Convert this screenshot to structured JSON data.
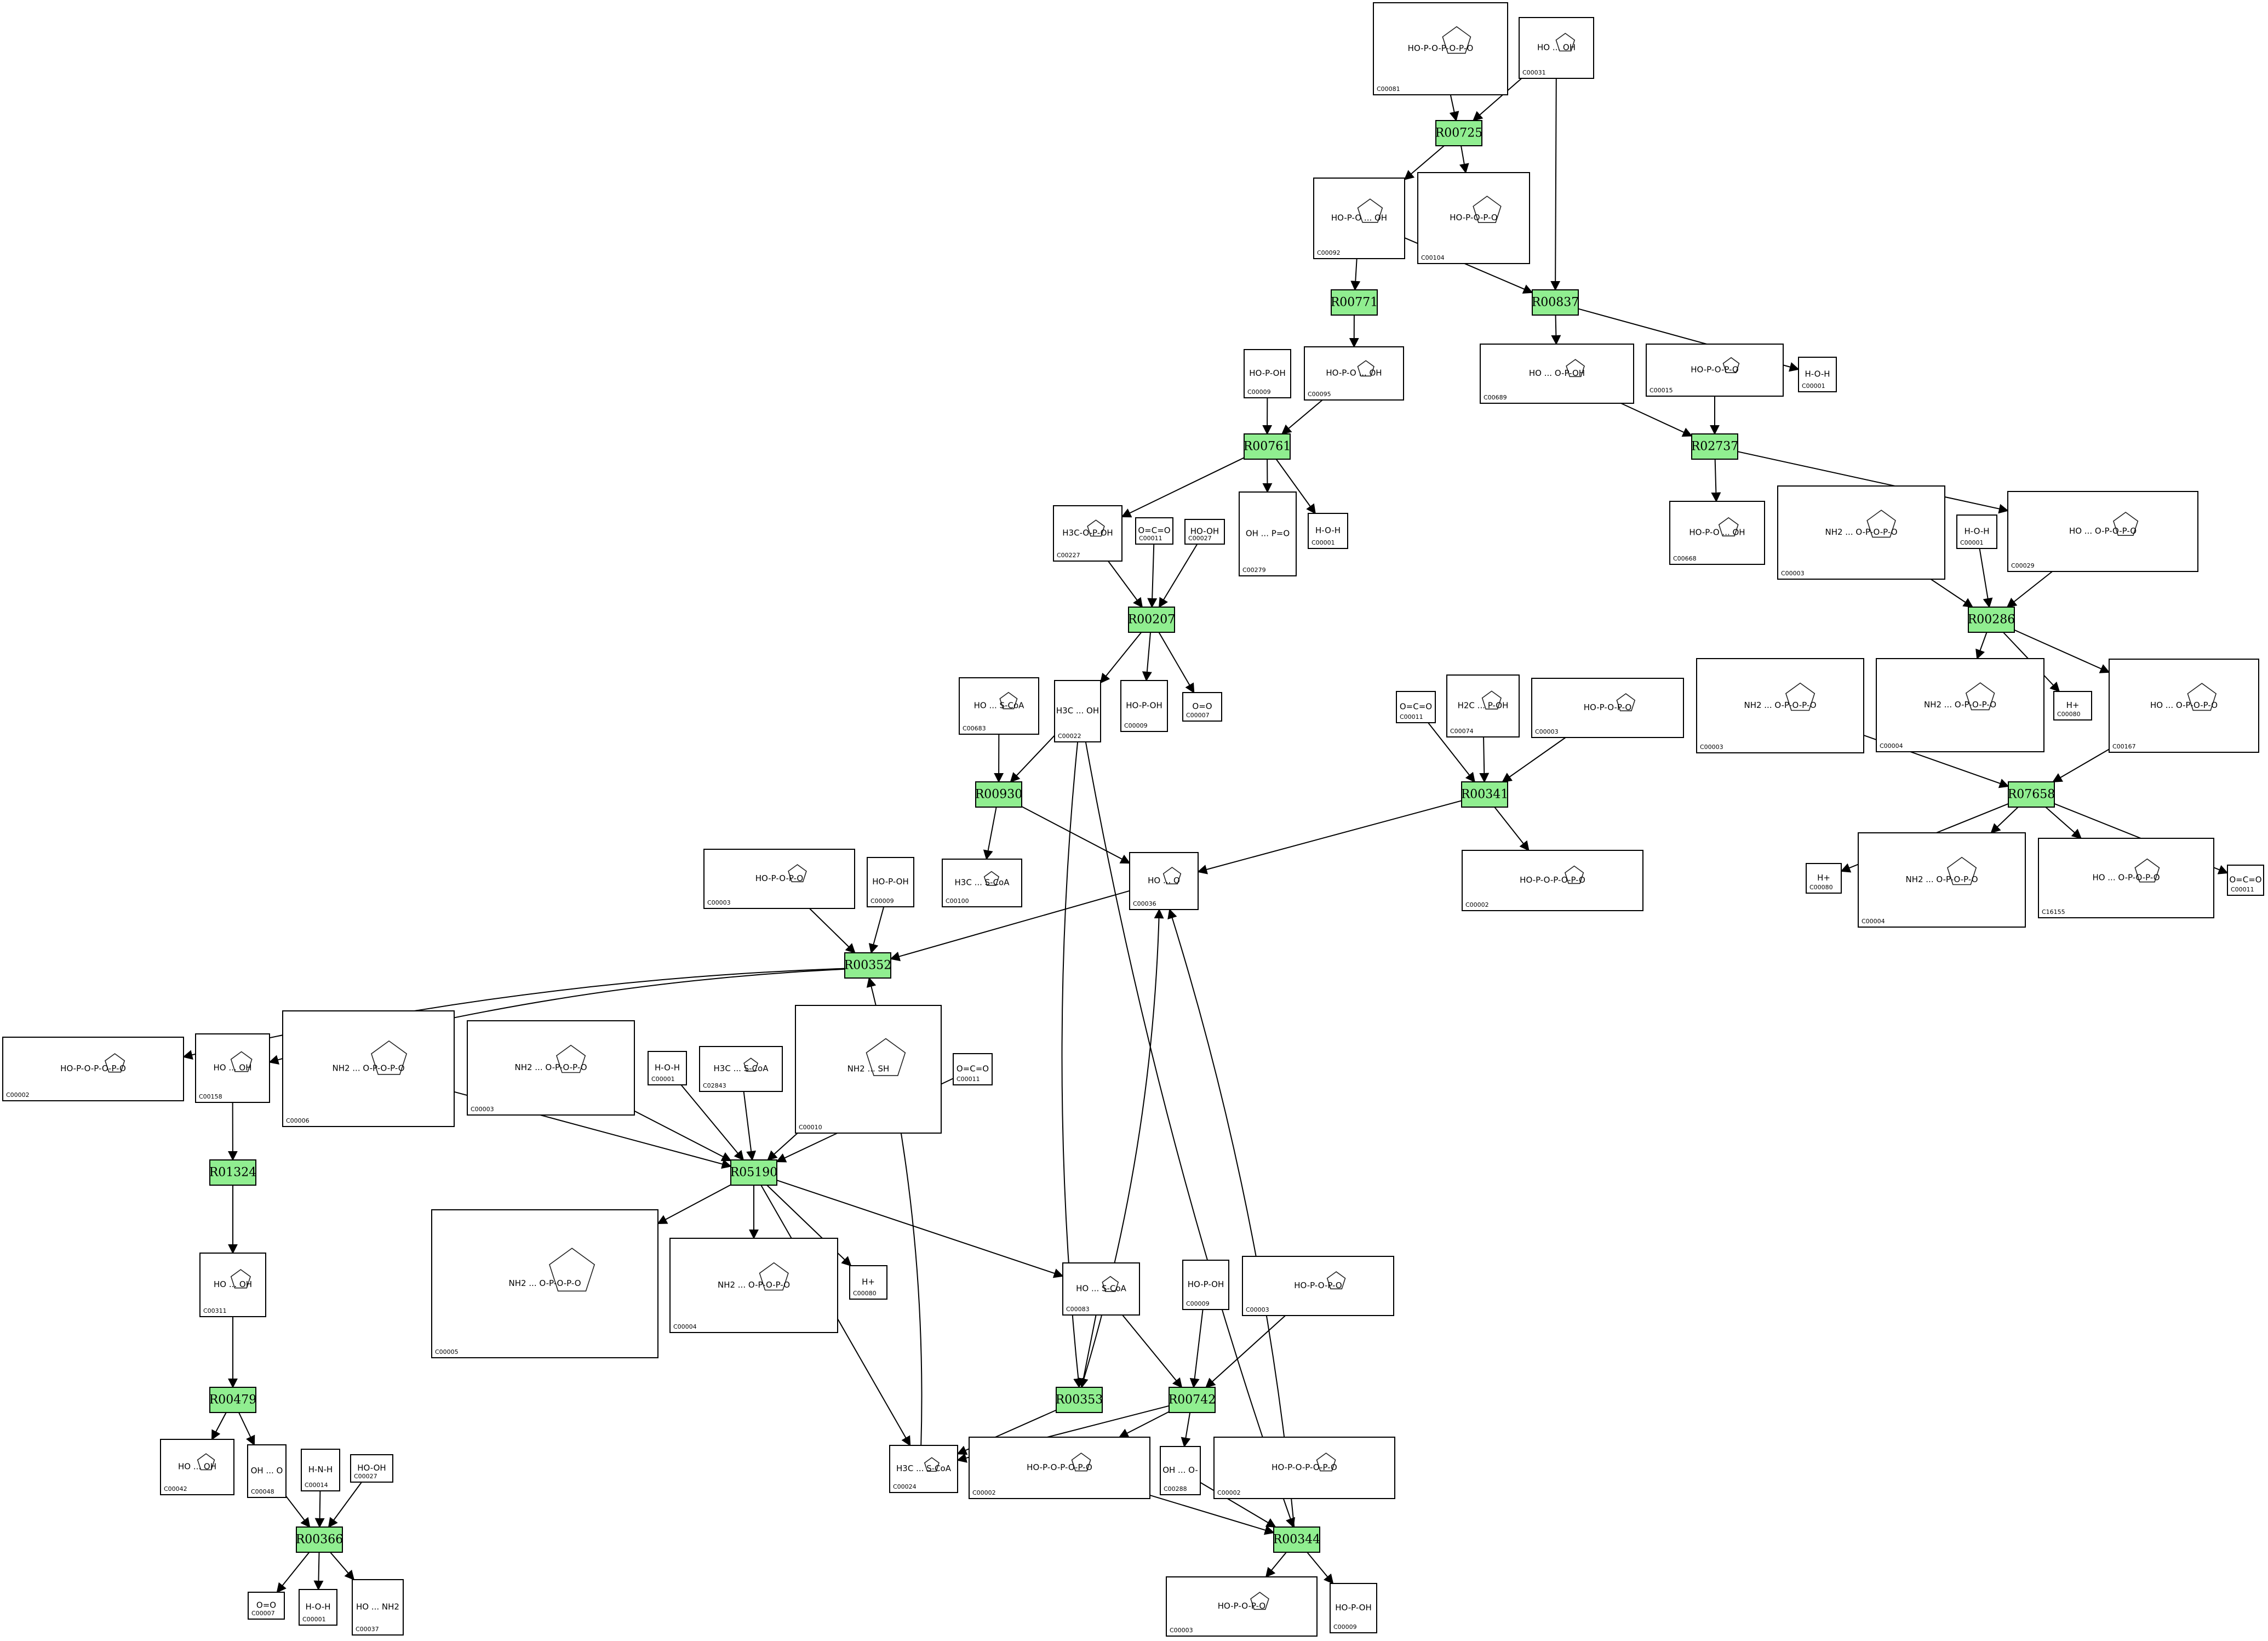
{
  "diagram": {
    "colors": {
      "reaction_fill": "#90ee90",
      "stroke": "#000000",
      "background": "#ffffff"
    },
    "reactions": [
      {
        "id": "R00725",
        "label": "R00725"
      },
      {
        "id": "R00771",
        "label": "R00771"
      },
      {
        "id": "R00837",
        "label": "R00837"
      },
      {
        "id": "R00761",
        "label": "R00761"
      },
      {
        "id": "R02737",
        "label": "R02737"
      },
      {
        "id": "R00207",
        "label": "R00207"
      },
      {
        "id": "R00286",
        "label": "R00286"
      },
      {
        "id": "R00930",
        "label": "R00930"
      },
      {
        "id": "R00341",
        "label": "R00341"
      },
      {
        "id": "R07658",
        "label": "R07658"
      },
      {
        "id": "R00352",
        "label": "R00352"
      },
      {
        "id": "R01324",
        "label": "R01324"
      },
      {
        "id": "R05190",
        "label": "R05190"
      },
      {
        "id": "R00479",
        "label": "R00479"
      },
      {
        "id": "R00353",
        "label": "R00353"
      },
      {
        "id": "R00742",
        "label": "R00742"
      },
      {
        "id": "R00366",
        "label": "R00366"
      },
      {
        "id": "R00344",
        "label": "R00344"
      }
    ],
    "compounds": [
      {
        "key": "c00081",
        "id": "C00081",
        "glyph": "HO-P-O-P-O-P-O"
      },
      {
        "key": "c00031",
        "id": "C00031",
        "glyph": "HO ... OH"
      },
      {
        "key": "c00092",
        "id": "C00092",
        "glyph": "HO-P-O ... OH"
      },
      {
        "key": "c00104",
        "id": "C00104",
        "glyph": "HO-P-O-P-O"
      },
      {
        "key": "c00009_a",
        "id": "C00009",
        "glyph": "HO-P-OH"
      },
      {
        "key": "c00095",
        "id": "C00095",
        "glyph": "HO-P-O ... OH"
      },
      {
        "key": "c00689",
        "id": "C00689",
        "glyph": "HO ... O-P-OH"
      },
      {
        "key": "c00015",
        "id": "C00015",
        "glyph": "HO-P-O-P-O"
      },
      {
        "key": "c00001_a",
        "id": "C00001",
        "glyph": "H-O-H"
      },
      {
        "key": "c00227",
        "id": "C00227",
        "glyph": "H3C-O-P-OH"
      },
      {
        "key": "c00011_a",
        "id": "C00011",
        "glyph": "O=C=O"
      },
      {
        "key": "c00027_a",
        "id": "C00027",
        "glyph": "HO-OH"
      },
      {
        "key": "c00279",
        "id": "C00279",
        "glyph": "OH ... P=O"
      },
      {
        "key": "c00001_b",
        "id": "C00001",
        "glyph": "H-O-H"
      },
      {
        "key": "c00668",
        "id": "C00668",
        "glyph": "HO-P-O ... OH"
      },
      {
        "key": "c00003_a",
        "id": "C00003",
        "glyph": "NH2 ... O-P-O-P-O"
      },
      {
        "key": "c00001_c",
        "id": "C00001",
        "glyph": "H-O-H"
      },
      {
        "key": "c00029",
        "id": "C00029",
        "glyph": "HO ... O-P-O-P-O"
      },
      {
        "key": "c00683",
        "id": "C00683",
        "glyph": "HO ... S-CoA"
      },
      {
        "key": "c00022",
        "id": "C00022",
        "glyph": "H3C ... OH"
      },
      {
        "key": "c00009_b",
        "id": "C00009",
        "glyph": "HO-P-OH"
      },
      {
        "key": "c00007_a",
        "id": "C00007",
        "glyph": "O=O"
      },
      {
        "key": "c00011_b",
        "id": "C00011",
        "glyph": "O=C=O"
      },
      {
        "key": "c00074",
        "id": "C00074",
        "glyph": "H2C ... P-OH"
      },
      {
        "key": "c00003_b",
        "id": "C00003",
        "glyph": "HO-P-O-P-O"
      },
      {
        "key": "c00003_c",
        "id": "C00003",
        "glyph": "NH2 ... O-P-O-P-O"
      },
      {
        "key": "c00004_a",
        "id": "C00004",
        "glyph": "NH2 ... O-P-O-P-O"
      },
      {
        "key": "c00080_a",
        "id": "C00080",
        "glyph": "H+"
      },
      {
        "key": "c00167",
        "id": "C00167",
        "glyph": "HO ... O-P-O-P-O"
      },
      {
        "key": "c00003_d",
        "id": "C00003",
        "glyph": "HO-P-O-P-O"
      },
      {
        "key": "c00009_c",
        "id": "C00009",
        "glyph": "HO-P-OH"
      },
      {
        "key": "c00100",
        "id": "C00100",
        "glyph": "H3C ... S-CoA"
      },
      {
        "key": "c00036",
        "id": "C00036",
        "glyph": "HO ... O"
      },
      {
        "key": "c00002_a",
        "id": "C00002",
        "glyph": "HO-P-O-P-O-P-O"
      },
      {
        "key": "c00080_b",
        "id": "C00080",
        "glyph": "H+"
      },
      {
        "key": "c00004_b",
        "id": "C00004",
        "glyph": "NH2 ... O-P-O-P-O"
      },
      {
        "key": "c16155",
        "id": "C16155",
        "glyph": "HO ... O-P-O-P-O"
      },
      {
        "key": "c00011_c",
        "id": "C00011",
        "glyph": "O=C=O"
      },
      {
        "key": "c00002_b",
        "id": "C00002",
        "glyph": "HO-P-O-P-O-P-O"
      },
      {
        "key": "c00158",
        "id": "C00158",
        "glyph": "HO ... OH"
      },
      {
        "key": "c00006",
        "id": "C00006",
        "glyph": "NH2 ... O-P-O-P-O"
      },
      {
        "key": "c00003_e",
        "id": "C00003",
        "glyph": "NH2 ... O-P-O-P-O"
      },
      {
        "key": "c00001_d",
        "id": "C00001",
        "glyph": "H-O-H"
      },
      {
        "key": "c02843",
        "id": "C02843",
        "glyph": "H3C ... S-CoA"
      },
      {
        "key": "c00010",
        "id": "C00010",
        "glyph": "NH2 ... SH"
      },
      {
        "key": "c00011_d",
        "id": "C00011",
        "glyph": "O=C=O"
      },
      {
        "key": "c00311",
        "id": "C00311",
        "glyph": "HO ... OH"
      },
      {
        "key": "c00005",
        "id": "C00005",
        "glyph": "NH2 ... O-P-O-P-O"
      },
      {
        "key": "c00004_c",
        "id": "C00004",
        "glyph": "NH2 ... O-P-O-P-O"
      },
      {
        "key": "c00080_c",
        "id": "C00080",
        "glyph": "H+"
      },
      {
        "key": "c00083",
        "id": "C00083",
        "glyph": "HO ... S-CoA"
      },
      {
        "key": "c00009_d",
        "id": "C00009",
        "glyph": "HO-P-OH"
      },
      {
        "key": "c00003_f",
        "id": "C00003",
        "glyph": "HO-P-O-P-O"
      },
      {
        "key": "c00042",
        "id": "C00042",
        "glyph": "HO ... OH"
      },
      {
        "key": "c00048",
        "id": "C00048",
        "glyph": "OH ... O"
      },
      {
        "key": "c00014",
        "id": "C00014",
        "glyph": "H-N-H"
      },
      {
        "key": "c00027_b",
        "id": "C00027",
        "glyph": "HO-OH"
      },
      {
        "key": "c00024",
        "id": "C00024",
        "glyph": "H3C ... S-CoA"
      },
      {
        "key": "c00002_c",
        "id": "C00002",
        "glyph": "HO-P-O-P-O-P-O"
      },
      {
        "key": "c00288",
        "id": "C00288",
        "glyph": "OH ... O-"
      },
      {
        "key": "c00002_d",
        "id": "C00002",
        "glyph": "HO-P-O-P-O-P-O"
      },
      {
        "key": "c00007_b",
        "id": "C00007",
        "glyph": "O=O"
      },
      {
        "key": "c00001_e",
        "id": "C00001",
        "glyph": "H-O-H"
      },
      {
        "key": "c00037",
        "id": "C00037",
        "glyph": "HO ... NH2"
      },
      {
        "key": "c00003_g",
        "id": "C00003",
        "glyph": "HO-P-O-P-O"
      },
      {
        "key": "c00009_e",
        "id": "C00009",
        "glyph": "HO-P-OH"
      }
    ],
    "edges": [
      [
        "c00081",
        "R00725"
      ],
      [
        "c00031",
        "R00725"
      ],
      [
        "R00725",
        "c00092"
      ],
      [
        "R00725",
        "c00104"
      ],
      [
        "c00031",
        "R00837"
      ],
      [
        "c00092",
        "R00837"
      ],
      [
        "c00092",
        "R00771"
      ],
      [
        "R00771",
        "c00095"
      ],
      [
        "R00837",
        "c00689"
      ],
      [
        "R00837",
        "c00001_a"
      ],
      [
        "c00009_a",
        "R00761"
      ],
      [
        "c00095",
        "R00761"
      ],
      [
        "R00761",
        "c00227"
      ],
      [
        "R00761",
        "c00279"
      ],
      [
        "R00761",
        "c00001_b"
      ],
      [
        "c00689",
        "R02737"
      ],
      [
        "c00015",
        "R02737"
      ],
      [
        "R02737",
        "c00668"
      ],
      [
        "R02737",
        "c00029"
      ],
      [
        "c00227",
        "R00207"
      ],
      [
        "c00011_a",
        "R00207"
      ],
      [
        "c00027_a",
        "R00207"
      ],
      [
        "R00207",
        "c00022"
      ],
      [
        "R00207",
        "c00009_b"
      ],
      [
        "R00207",
        "c00007_a"
      ],
      [
        "c00003_a",
        "R00286"
      ],
      [
        "c00001_c",
        "R00286"
      ],
      [
        "c00029",
        "R00286"
      ],
      [
        "R00286",
        "c00004_a"
      ],
      [
        "R00286",
        "c00080_a"
      ],
      [
        "R00286",
        "c00167"
      ],
      [
        "c00683",
        "R00930"
      ],
      [
        "c00022",
        "R00930"
      ],
      [
        "R00930",
        "c00100"
      ],
      [
        "R00930",
        "c00036"
      ],
      [
        "c00011_b",
        "R00341"
      ],
      [
        "c00074",
        "R00341"
      ],
      [
        "c00003_b",
        "R00341"
      ],
      [
        "R00341",
        "c00036"
      ],
      [
        "R00341",
        "c00002_a"
      ],
      [
        "c00003_c",
        "R07658"
      ],
      [
        "c00167",
        "R07658"
      ],
      [
        "R07658",
        "c00080_b"
      ],
      [
        "R07658",
        "c00004_b"
      ],
      [
        "R07658",
        "c16155"
      ],
      [
        "R07658",
        "c00011_c"
      ],
      [
        "c00003_d",
        "R00352"
      ],
      [
        "c00009_c",
        "R00352"
      ],
      [
        "c00036",
        "R00352"
      ],
      [
        "R00352",
        "c00002_b"
      ],
      [
        "R00352",
        "c00158"
      ],
      [
        "c00158",
        "R01324"
      ],
      [
        "R01324",
        "c00311"
      ],
      [
        "c00006",
        "R05190"
      ],
      [
        "c00003_e",
        "R05190"
      ],
      [
        "c00001_d",
        "R05190"
      ],
      [
        "c02843",
        "R05190"
      ],
      [
        "c00010",
        "R05190"
      ],
      [
        "c00011_d",
        "R05190"
      ],
      [
        "R05190",
        "c00005"
      ],
      [
        "R05190",
        "c00004_c"
      ],
      [
        "R05190",
        "c00080_c"
      ],
      [
        "R05190",
        "c00083"
      ],
      [
        "R05190",
        "c00024"
      ],
      [
        "c00311",
        "R00479"
      ],
      [
        "R00479",
        "c00042"
      ],
      [
        "R00479",
        "c00048"
      ],
      [
        "c00048",
        "R00366"
      ],
      [
        "c00014",
        "R00366"
      ],
      [
        "c00027_b",
        "R00366"
      ],
      [
        "R00366",
        "c00007_b"
      ],
      [
        "R00366",
        "c00001_e"
      ],
      [
        "R00366",
        "c00037"
      ],
      [
        "c00022",
        "R00353"
      ],
      [
        "c00083",
        "R00353"
      ],
      [
        "R00353",
        "c00036"
      ],
      [
        "R00353",
        "c00024"
      ],
      [
        "c00083",
        "R00742"
      ],
      [
        "c00009_d",
        "R00742"
      ],
      [
        "c00003_f",
        "R00742"
      ],
      [
        "R00742",
        "c00024"
      ],
      [
        "R00742",
        "c00288"
      ],
      [
        "R00742",
        "c00002_c"
      ],
      [
        "c00002_c",
        "R00344"
      ],
      [
        "c00288",
        "R00344"
      ],
      [
        "c00022",
        "R00344"
      ],
      [
        "R00344",
        "c00036"
      ],
      [
        "R00344",
        "c00003_g"
      ],
      [
        "R00344",
        "c00009_e"
      ],
      [
        "c00024",
        "R00352"
      ]
    ]
  }
}
